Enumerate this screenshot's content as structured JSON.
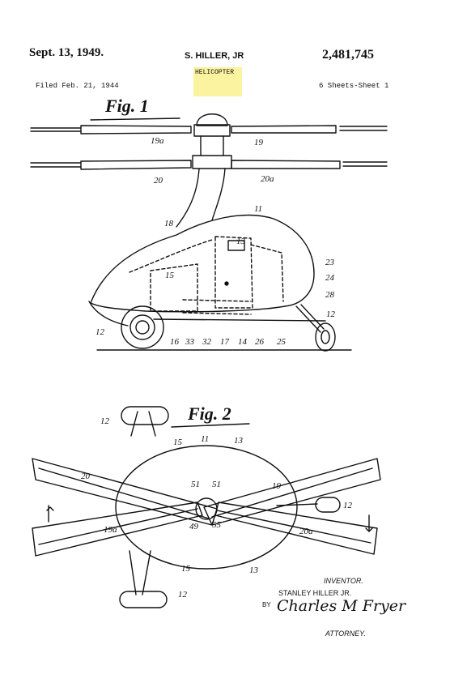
{
  "header": {
    "date": "Sept. 13, 1949.",
    "author": "S. HILLER, JR",
    "patent_number": "2,481,745",
    "title": "HELICOPTER",
    "filed": "Filed Feb. 21, 1944",
    "sheets": "6 Sheets-Sheet 1"
  },
  "fig1": {
    "label": "Fig. 1",
    "refs": [
      "19a",
      "19",
      "20",
      "20a",
      "18",
      "11",
      "13",
      "15",
      "23",
      "24",
      "28",
      "12",
      "12",
      "16",
      "33",
      "32",
      "17",
      "14",
      "26",
      "25"
    ]
  },
  "fig2": {
    "label": "Fig. 2",
    "refs": [
      "12",
      "15",
      "11",
      "13",
      "20",
      "19",
      "51",
      "51",
      "49",
      "55",
      "19a",
      "20a",
      "12",
      "15",
      "13",
      "12"
    ]
  },
  "signature_block": {
    "inventor_label": "INVENTOR.",
    "inventor_name": "STANLEY HILLER JR.",
    "by": "BY",
    "attorney_signature": "Charles M Fryer",
    "attorney_label": "ATTORNEY."
  }
}
